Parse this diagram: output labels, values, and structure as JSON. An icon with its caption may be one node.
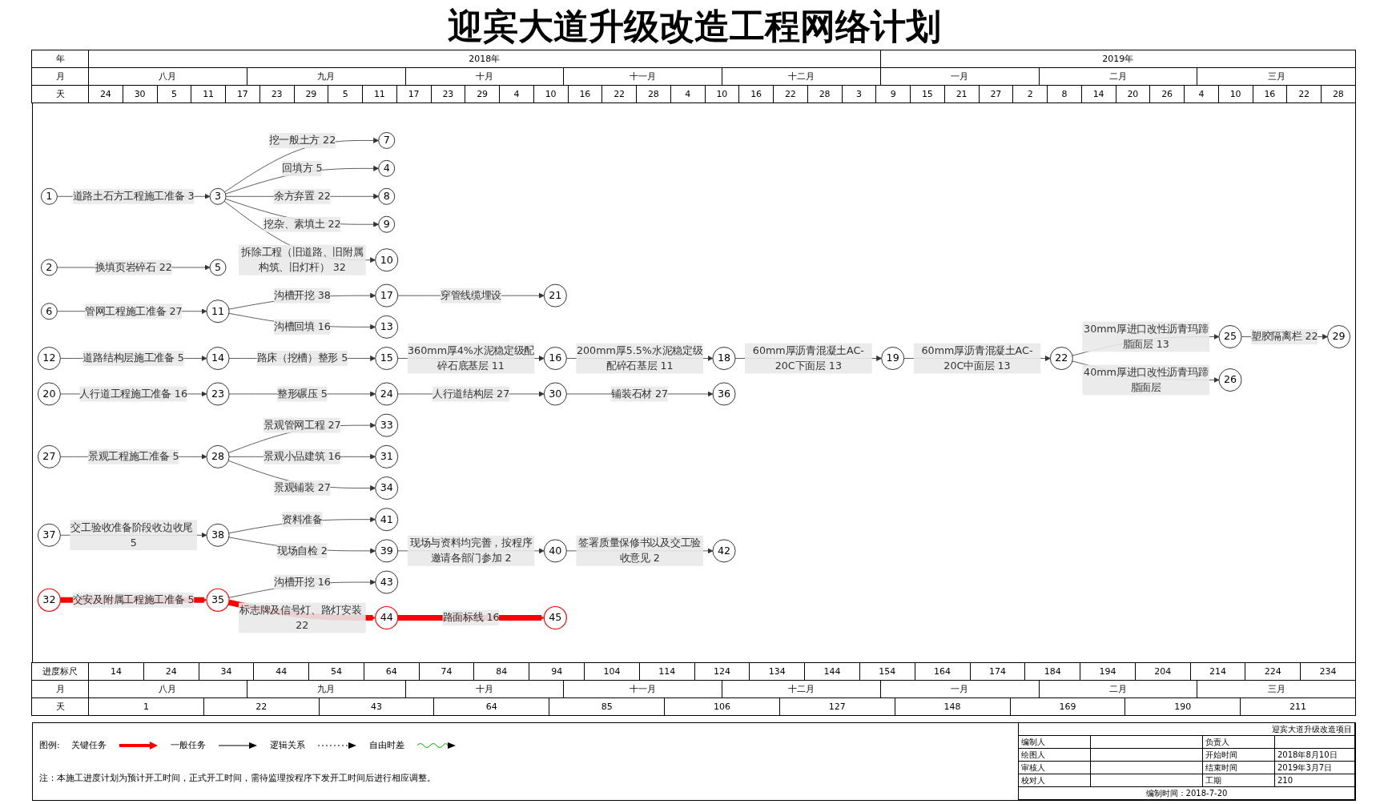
{
  "diagram": {
    "title": "迎宾大道升级改造工程网络计划",
    "nodes": [
      {
        "text": [
          "1"
        ]
      },
      {
        "text": [
          "2"
        ]
      },
      {
        "text": [
          "3"
        ]
      },
      {
        "text": [
          "4"
        ]
      },
      {
        "text": [
          "5"
        ]
      },
      {
        "text": [
          "6"
        ]
      },
      {
        "text": [
          "7"
        ]
      },
      {
        "text": [
          "8"
        ]
      },
      {
        "text": [
          "9"
        ]
      },
      {
        "text": [
          "10"
        ]
      },
      {
        "text": [
          "11"
        ]
      },
      {
        "text": [
          "12"
        ]
      },
      {
        "text": [
          "13"
        ]
      },
      {
        "text": [
          "14"
        ]
      },
      {
        "text": [
          "15"
        ]
      },
      {
        "text": [
          "16"
        ]
      },
      {
        "text": [
          "17"
        ]
      },
      {
        "text": [
          "18"
        ]
      },
      {
        "text": [
          "19"
        ]
      },
      {
        "text": [
          "20"
        ]
      },
      {
        "text": [
          "21"
        ]
      },
      {
        "text": [
          "22"
        ]
      },
      {
        "text": [
          "23"
        ]
      },
      {
        "text": [
          "24"
        ]
      },
      {
        "text": [
          "25"
        ]
      },
      {
        "text": [
          "26"
        ]
      },
      {
        "text": [
          "27"
        ]
      },
      {
        "text": [
          "28"
        ]
      },
      {
        "text": [
          "29"
        ]
      },
      {
        "text": [
          "30"
        ]
      },
      {
        "text": [
          "31"
        ]
      },
      {
        "text": [
          "32"
        ]
      },
      {
        "text": [
          "33"
        ]
      },
      {
        "text": [
          "34"
        ]
      },
      {
        "text": [
          "35"
        ]
      },
      {
        "text": [
          "36"
        ]
      },
      {
        "text": [
          "37"
        ]
      },
      {
        "text": [
          "38"
        ]
      },
      {
        "text": [
          "39"
        ]
      },
      {
        "text": [
          "40"
        ]
      },
      {
        "text": [
          "41"
        ]
      },
      {
        "text": [
          "42"
        ]
      },
      {
        "text": [
          "43"
        ]
      },
      {
        "text": [
          "44"
        ]
      },
      {
        "text": [
          "45"
        ]
      }
    ],
    "edges": [
      {
        "from": 0,
        "to": 2,
        "arrow": "to",
        "label": "道路土石方工程施工准备 3"
      },
      {
        "from": 2,
        "to": 6,
        "arrow": "to",
        "label": "挖一般土方 22"
      },
      {
        "from": 2,
        "to": 3,
        "arrow": "to",
        "label": "回填方 5"
      },
      {
        "from": 2,
        "to": 7,
        "arrow": "to",
        "label": "余方弃置 22"
      },
      {
        "from": 2,
        "to": 8,
        "arrow": "to",
        "label": "挖杂、素填土 22"
      },
      {
        "from": 2,
        "to": 9,
        "arrow": "to",
        "label": "拆除工程（旧道路、旧附属构筑、旧灯杆） 32"
      },
      {
        "from": 1,
        "to": 4,
        "arrow": "to",
        "label": "换填页岩碎石 22"
      },
      {
        "from": 5,
        "to": 10,
        "arrow": "to",
        "label": "管网工程施工准备 27"
      },
      {
        "from": 10,
        "to": 16,
        "arrow": "to",
        "label": "沟槽开挖 38"
      },
      {
        "from": 10,
        "to": 12,
        "arrow": "to",
        "label": "沟槽回填 16"
      },
      {
        "from": 11,
        "to": 13,
        "arrow": "to",
        "label": "道路结构层施工准备 5"
      },
      {
        "from": 13,
        "to": 14,
        "arrow": "to",
        "label": "路床（挖槽）整形 5"
      },
      {
        "from": 14,
        "to": 15,
        "arrow": "to",
        "label": "360mm厚4%水泥稳定级配碎石底基层 11"
      },
      {
        "from": 15,
        "to": 17,
        "arrow": "to",
        "label": "200mm厚5.5%水泥稳定级配碎石基层 11"
      },
      {
        "from": 16,
        "to": 20,
        "arrow": "to",
        "label": "穿管线缆埋设"
      },
      {
        "from": 17,
        "to": 18,
        "arrow": "to",
        "label": "60mm厚沥青混凝土AC-20C下面层 13"
      },
      {
        "from": 18,
        "to": 21,
        "arrow": "to",
        "label": "60mm厚沥青混凝土AC-20C中面层 13"
      },
      {
        "from": 21,
        "to": 24,
        "arrow": "to",
        "label": "30mm厚进口改性沥青玛蹄脂面层 13"
      },
      {
        "from": 24,
        "to": 28,
        "arrow": "to",
        "label": "塑胶隔离栏 22"
      },
      {
        "from": 21,
        "to": 25,
        "arrow": "to",
        "label": "40mm厚进口改性沥青玛蹄脂面层"
      },
      {
        "from": 19,
        "to": 22,
        "arrow": "to",
        "label": "人行道工程施工准备 16"
      },
      {
        "from": 22,
        "to": 23,
        "arrow": "to",
        "label": "整形碾压 5"
      },
      {
        "from": 23,
        "to": 29,
        "arrow": "to",
        "label": "人行道结构层 27"
      },
      {
        "from": 29,
        "to": 35,
        "arrow": "to",
        "label": "铺装石材 27"
      },
      {
        "from": 26,
        "to": 27,
        "arrow": "to",
        "label": "景观工程施工准备 5"
      },
      {
        "from": 27,
        "to": 32,
        "arrow": "to",
        "label": "景观管网工程 27"
      },
      {
        "from": 27,
        "to": 30,
        "arrow": "to",
        "label": "景观小品建筑 16"
      },
      {
        "from": 27,
        "to": 33,
        "arrow": "to",
        "label": "景观铺装 27"
      },
      {
        "from": 31,
        "to": 34,
        "arrow": "to",
        "label": "交安及附属工程施工准备 5",
        "style": "thick",
        "color": "#ff0000"
      },
      {
        "from": 34,
        "to": 42,
        "arrow": "to",
        "label": "沟槽开挖 16"
      },
      {
        "from": 34,
        "to": 43,
        "arrow": "to",
        "label": "标志牌及信号灯、路灯安装 22",
        "style": "thick",
        "color": "#ff0000"
      },
      {
        "from": 43,
        "to": 44,
        "arrow": "to",
        "label": "路面标线 16",
        "style": "thick",
        "color": "#ff0000"
      },
      {
        "from": 36,
        "to": 37,
        "arrow": "to",
        "label": "交工验收准备阶段收边收尾 5"
      },
      {
        "from": 37,
        "to": 40,
        "arrow": "to",
        "label": "资料准备"
      },
      {
        "from": 37,
        "to": 38,
        "arrow": "to",
        "label": "现场自检 2"
      },
      {
        "from": 38,
        "to": 39,
        "arrow": "to",
        "label": "现场与资料均完善，按程序邀请各部门参加 2"
      },
      {
        "from": 39,
        "to": 41,
        "arrow": "to",
        "label": "签署质量保修书以及交工验收意见 2"
      }
    ],
    "labels": [
      "年",
      "2018年",
      "2019年",
      "月",
      "八月",
      "九月",
      "十月",
      "十一月",
      "十二月",
      "一月",
      "二月",
      "三月",
      "天",
      "24",
      "30",
      "5",
      "11",
      "17",
      "23",
      "29",
      "5",
      "11",
      "17",
      "23",
      "29",
      "4",
      "10",
      "16",
      "22",
      "28",
      "4",
      "10",
      "16",
      "22",
      "28",
      "3",
      "9",
      "15",
      "21",
      "27",
      "2",
      "8",
      "14",
      "20",
      "26",
      "4",
      "10",
      "16",
      "22",
      "28",
      "进度标尺",
      "14",
      "24",
      "34",
      "44",
      "54",
      "64",
      "74",
      "84",
      "94",
      "104",
      "114",
      "124",
      "134",
      "144",
      "154",
      "164",
      "174",
      "184",
      "194",
      "204",
      "214",
      "224",
      "234",
      "月",
      "八月",
      "九月",
      "十月",
      "十一月",
      "十二月",
      "一月",
      "二月",
      "三月",
      "天",
      "1",
      "22",
      "43",
      "64",
      "85",
      "106",
      "127",
      "148",
      "169",
      "190",
      "211",
      "图例:",
      "注：本施工进度计划为预计开工时间，正式开工时间，需待监理按程序下发开工时间后进行相应调整。",
      "迎宾大道升级改造项目",
      "编制人",
      "负责人",
      "绘图人",
      "开始时间",
      "2018年8月10日",
      "审核人",
      "结束时间",
      "2019年3月7日",
      "校对人",
      "工期",
      "210",
      "编制时间：2018-7-20"
    ],
    "legend": [
      {
        "text": "关键任务"
      },
      {
        "text": "一般任务"
      },
      {
        "text": "逻辑关系"
      },
      {
        "text": "自由时差"
      }
    ]
  }
}
